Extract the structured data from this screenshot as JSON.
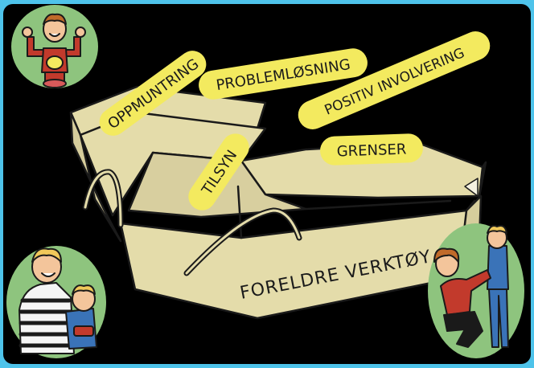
{
  "colors": {
    "frame": "#4ec3ea",
    "background": "#000000",
    "box": "#e4dcaa",
    "box_dark": "#c9c091",
    "label": "#f3ea5f",
    "label_text": "#1b1b1b",
    "circle": "#8ec47e"
  },
  "toolbox": {
    "title": "FORELDRE VERKTØY"
  },
  "tools": [
    {
      "label": "OPPMUNTRING"
    },
    {
      "label": "PROBLEMLØSNING"
    },
    {
      "label": "POSITIV INVOLVERING"
    },
    {
      "label": "TILSYN"
    },
    {
      "label": "GRENSER"
    }
  ],
  "illustrations": [
    {
      "name": "thumbs-up-child"
    },
    {
      "name": "father-with-child"
    },
    {
      "name": "mother-with-child"
    }
  ]
}
